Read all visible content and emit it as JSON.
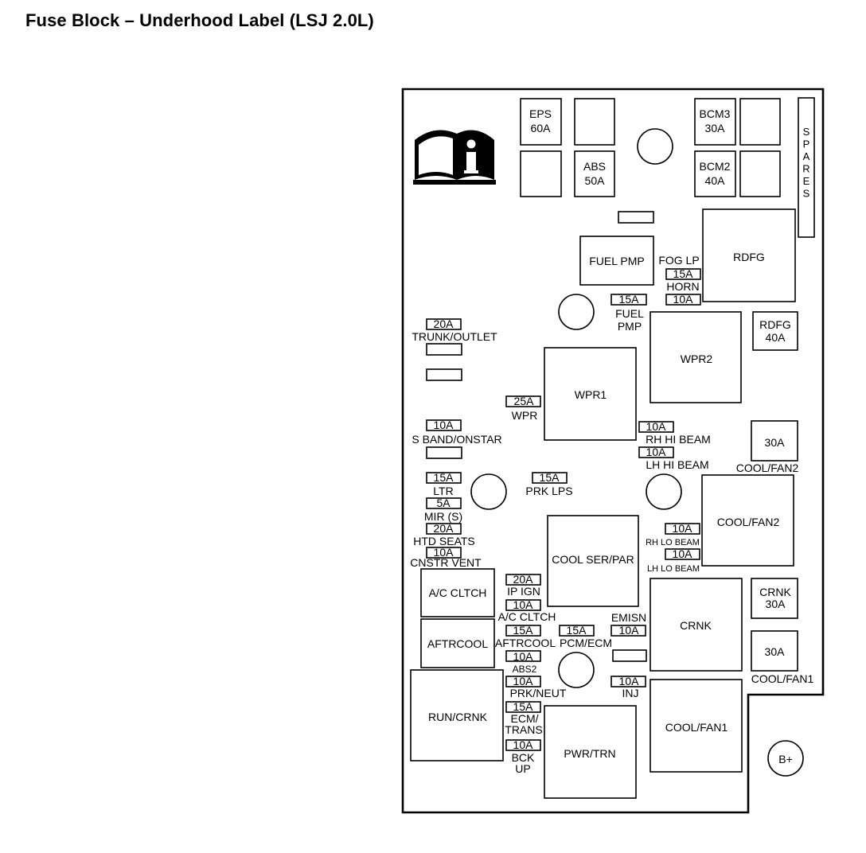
{
  "title": "Fuse Block – Underhood Label (LSJ 2.0L)",
  "colors": {
    "ink": "#000000",
    "paper": "#ffffff"
  },
  "icons": {
    "manual": "info-manual-icon",
    "battery": "b-plus-terminal-icon"
  },
  "labels": {
    "eps": "EPS",
    "eps_amp": "60A",
    "abs": "ABS",
    "abs_amp": "50A",
    "bcm3": "BCM3",
    "bcm3_amp": "30A",
    "bcm2": "BCM2",
    "bcm2_amp": "40A",
    "spares": "SPARES",
    "fuel_pmp_relay": "FUEL PMP",
    "rdfg_relay": "RDFG",
    "fog_lp": "FOG LP",
    "fog_lp_amp": "15A",
    "horn": "HORN",
    "horn_amp": "10A",
    "fuel_pmp_amp": "15A",
    "fuel": "FUEL",
    "pmp": "PMP",
    "rdfg_fuse": "RDFG",
    "rdfg_fuse_amp": "40A",
    "wpr2": "WPR2",
    "wpr1": "WPR1",
    "trunk_amp": "20A",
    "trunk": "TRUNK/OUTLET",
    "wpr_amp": "25A",
    "wpr": "WPR",
    "sband_amp": "10A",
    "sband": "S BAND/ONSTAR",
    "rh_hi_amp": "10A",
    "rh_hi": "RH HI BEAM",
    "lh_hi_amp": "10A",
    "lh_hi": "LH HI BEAM",
    "coolfan2_fuse_amp": "30A",
    "coolfan2_fuse": "COOL/FAN2",
    "ltr_amp": "15A",
    "ltr": "LTR",
    "prk_lps_amp": "15A",
    "prk_lps": "PRK LPS",
    "mir_amp": "5A",
    "mir": "MIR (S)",
    "htd_amp": "20A",
    "htd": "HTD SEATS",
    "cnstr_amp": "10A",
    "cnstr": "CNSTR VENT",
    "cool_ser_par": "COOL SER/PAR",
    "coolfan2_relay": "COOL/FAN2",
    "rh_lo_amp": "10A",
    "rh_lo": "RH LO BEAM",
    "lh_lo_amp": "10A",
    "lh_lo": "LH LO BEAM",
    "ac_cltch_relay": "A/C CLTCH",
    "ip_ign_amp": "20A",
    "ip_ign": "IP IGN",
    "ac_cltch_amp": "10A",
    "ac_cltch": "A/C CLTCH",
    "crnk_relay": "CRNK",
    "crnk_fuse": "CRNK",
    "crnk_fuse_amp": "30A",
    "aftrcool_relay": "AFTRCOOL",
    "aftrcool_amp": "15A",
    "aftrcool": "AFTRCOOL",
    "pcm_amp": "15A",
    "pcm": "PCM/ECM",
    "emisn": "EMISN",
    "emisn_amp": "10A",
    "abs2_amp": "10A",
    "abs2": "ABS2",
    "coolfan1_fuse_amp": "30A",
    "coolfan1_fuse": "COOL/FAN1",
    "run_crnk": "RUN/CRNK",
    "prk_neut_amp": "10A",
    "prk_neut": "PRK/NEUT",
    "inj_amp": "10A",
    "inj": "INJ",
    "ecm_amp": "15A",
    "ecm": "ECM/",
    "trans": "TRANS",
    "coolfan1_relay": "COOL/FAN1",
    "bck_amp": "10A",
    "bck": "BCK",
    "up": "UP",
    "pwr_trn": "PWR/TRN",
    "b_plus": "B+"
  }
}
